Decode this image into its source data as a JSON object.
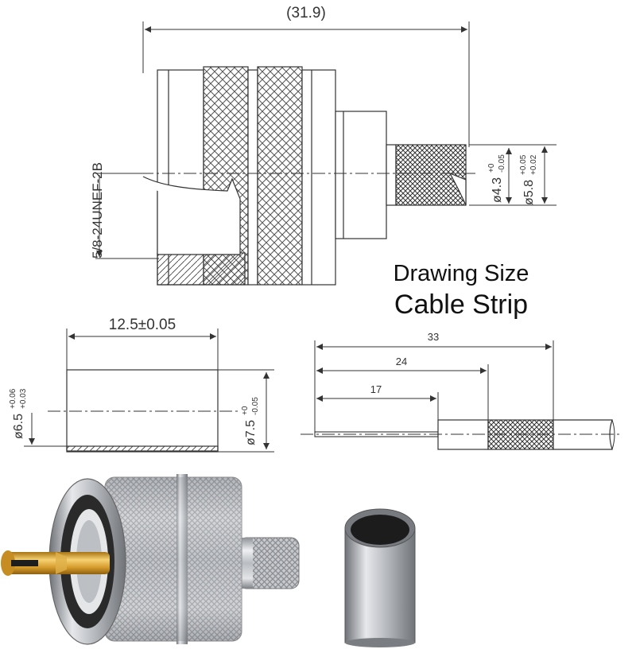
{
  "drawing": {
    "title": "Drawing Size",
    "subtitle": "Cable Strip"
  },
  "connector": {
    "overall_length": "(31.9)",
    "thread_spec": "5/8-24UNEF-2B",
    "inner_dia": "ø4.3",
    "inner_dia_tol_plus": "+0",
    "inner_dia_tol_minus": "-0.05",
    "outer_dia": "ø5.8",
    "outer_dia_tol_plus": "+0.05",
    "outer_dia_tol_minus": "+0.02"
  },
  "ferrule": {
    "length": "12.5±0.05",
    "inner_dia": "ø6.5",
    "inner_dia_tol_plus": "+0.06",
    "inner_dia_tol_minus": "+0.03",
    "outer_dia": "ø7.5",
    "outer_dia_tol_plus": "+0",
    "outer_dia_tol_minus": "-0.05"
  },
  "cable_strip": {
    "lengths": [
      "33",
      "24",
      "17"
    ]
  },
  "colors": {
    "line": "#333333",
    "knurl": "#555555",
    "silver": "#c9cbcf",
    "gold": "#d9a531",
    "dark": "#1e1e1e"
  }
}
